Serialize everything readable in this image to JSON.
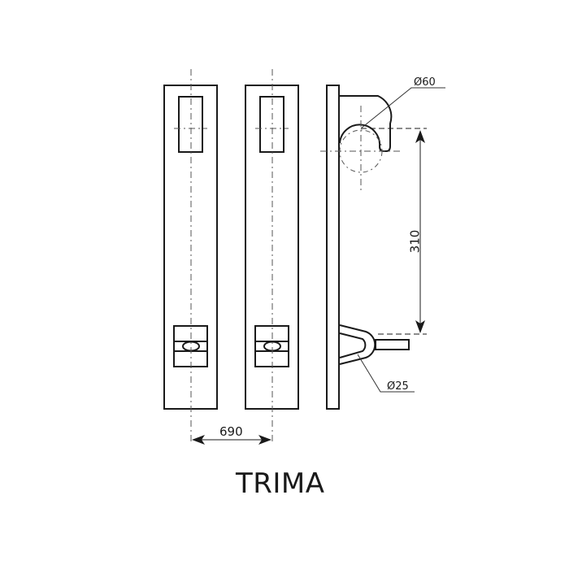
{
  "title": "TRIMA",
  "dimensions": {
    "spacing": "690",
    "hook_height": "310",
    "upper_diameter": "Ø60",
    "lower_diameter": "Ø25"
  },
  "views": [
    {
      "name": "front-view-left"
    },
    {
      "name": "front-view-right"
    },
    {
      "name": "side-view"
    }
  ],
  "colors": {
    "line": "#1a1a1a",
    "centerline": "#555555",
    "background": "#ffffff"
  }
}
